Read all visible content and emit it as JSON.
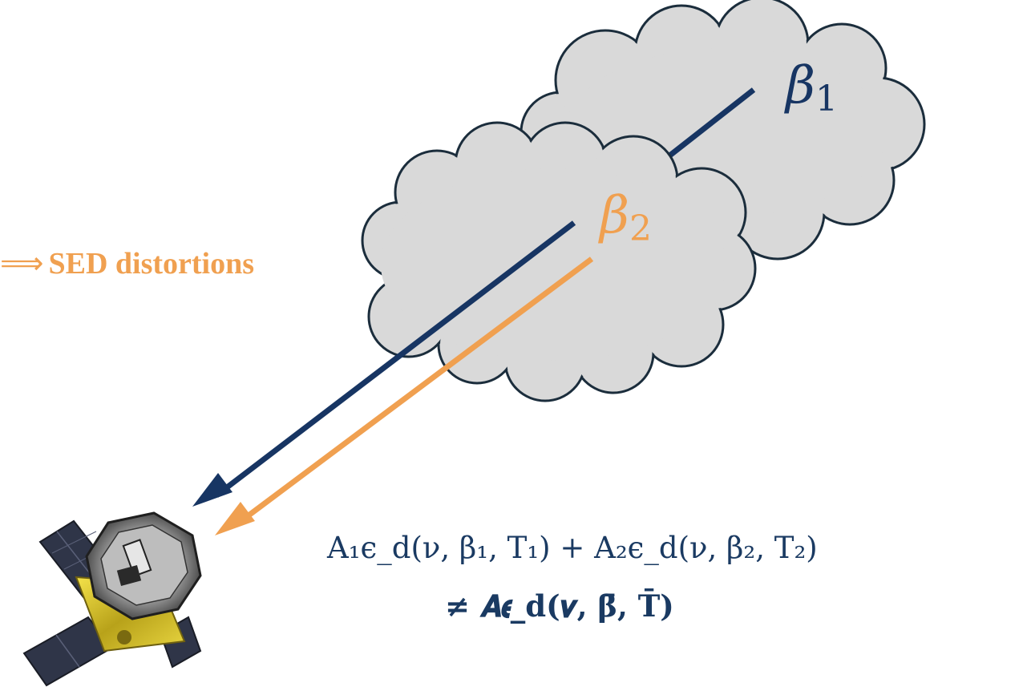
{
  "colors": {
    "navy": "#173563",
    "orange": "#f0a050",
    "cloud_fill": "#d9d9d9",
    "cloud_stroke": "#1b2d3c",
    "equation": "#1a3a62"
  },
  "labels": {
    "sed_arrow": "⟹",
    "sed_text": "SED distortions",
    "beta1_symbol": "β",
    "beta1_sub": "1",
    "beta2_symbol": "β",
    "beta2_sub": "2"
  },
  "equation": {
    "line1": "A₁ϵ_d(ν, β₁, T₁) + A₂ϵ_d(ν, β₂, T₂)",
    "line2": "≠ 𝑨𝝐_d(𝝂, β̄, T̄)"
  },
  "icons": {
    "satellite": "satellite-icon",
    "cloud_back": "dust-cloud-icon",
    "cloud_front": "dust-cloud-icon"
  }
}
